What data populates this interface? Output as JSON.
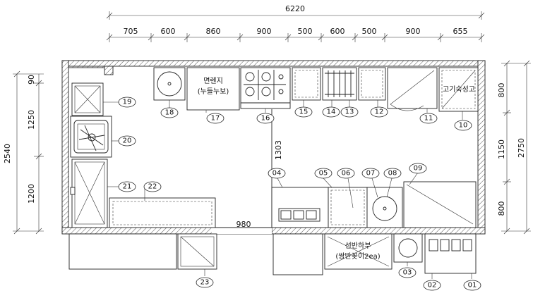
{
  "dimensions": {
    "top_total": "6220",
    "top_segments": [
      "705",
      "600",
      "860",
      "900",
      "500",
      "600",
      "500",
      "900",
      "655"
    ],
    "left_total": "2540",
    "left_segments": [
      "90",
      "1250",
      "1200"
    ],
    "right_total": "2750",
    "right_segments": [
      "800",
      "1150",
      "800"
    ],
    "inner_vertical": "1303",
    "inner_horizontal": "980"
  },
  "labels": {
    "range": "면렌지",
    "range_sub": "(누들누보)",
    "meat_fridge": "고기숙성고",
    "shelf": "선반하부",
    "shelf_sub": "(쌍반꽂이2ea)"
  },
  "tags": [
    "01",
    "02",
    "03",
    "04",
    "05",
    "06",
    "07",
    "08",
    "09",
    "10",
    "11",
    "12",
    "13",
    "14",
    "15",
    "16",
    "17",
    "18",
    "19",
    "20",
    "21",
    "22",
    "23"
  ]
}
